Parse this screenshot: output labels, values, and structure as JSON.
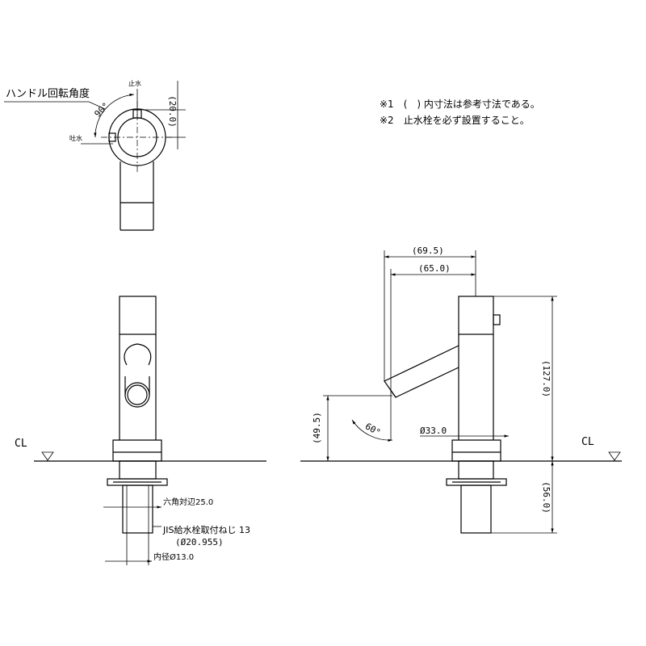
{
  "top_view": {
    "title": "ハンドル回転角度",
    "stop_label": "止水",
    "spout_label": "吐水",
    "angle": "90°",
    "dim_height": "(20.0)"
  },
  "notes": [
    "※1　(　) 内寸法は参考寸法である。",
    "※2　止水栓を必ず設置すること。"
  ],
  "front_view": {
    "cl": "CL",
    "hex": "六角対辺25.0",
    "thread": "JIS給水栓取付ねじ 13",
    "thread_dia": "(Ø20.955)",
    "bore": "内径Ø13.0"
  },
  "side_view": {
    "cl": "CL",
    "dim_reach_outer": "(69.5)",
    "dim_reach": "(65.0)",
    "dim_total_height": "(127.0)",
    "dim_spout_height": "(49.5)",
    "spout_angle": "60°",
    "base_dia": "Ø33.0",
    "shank_length": "(56.0)"
  }
}
